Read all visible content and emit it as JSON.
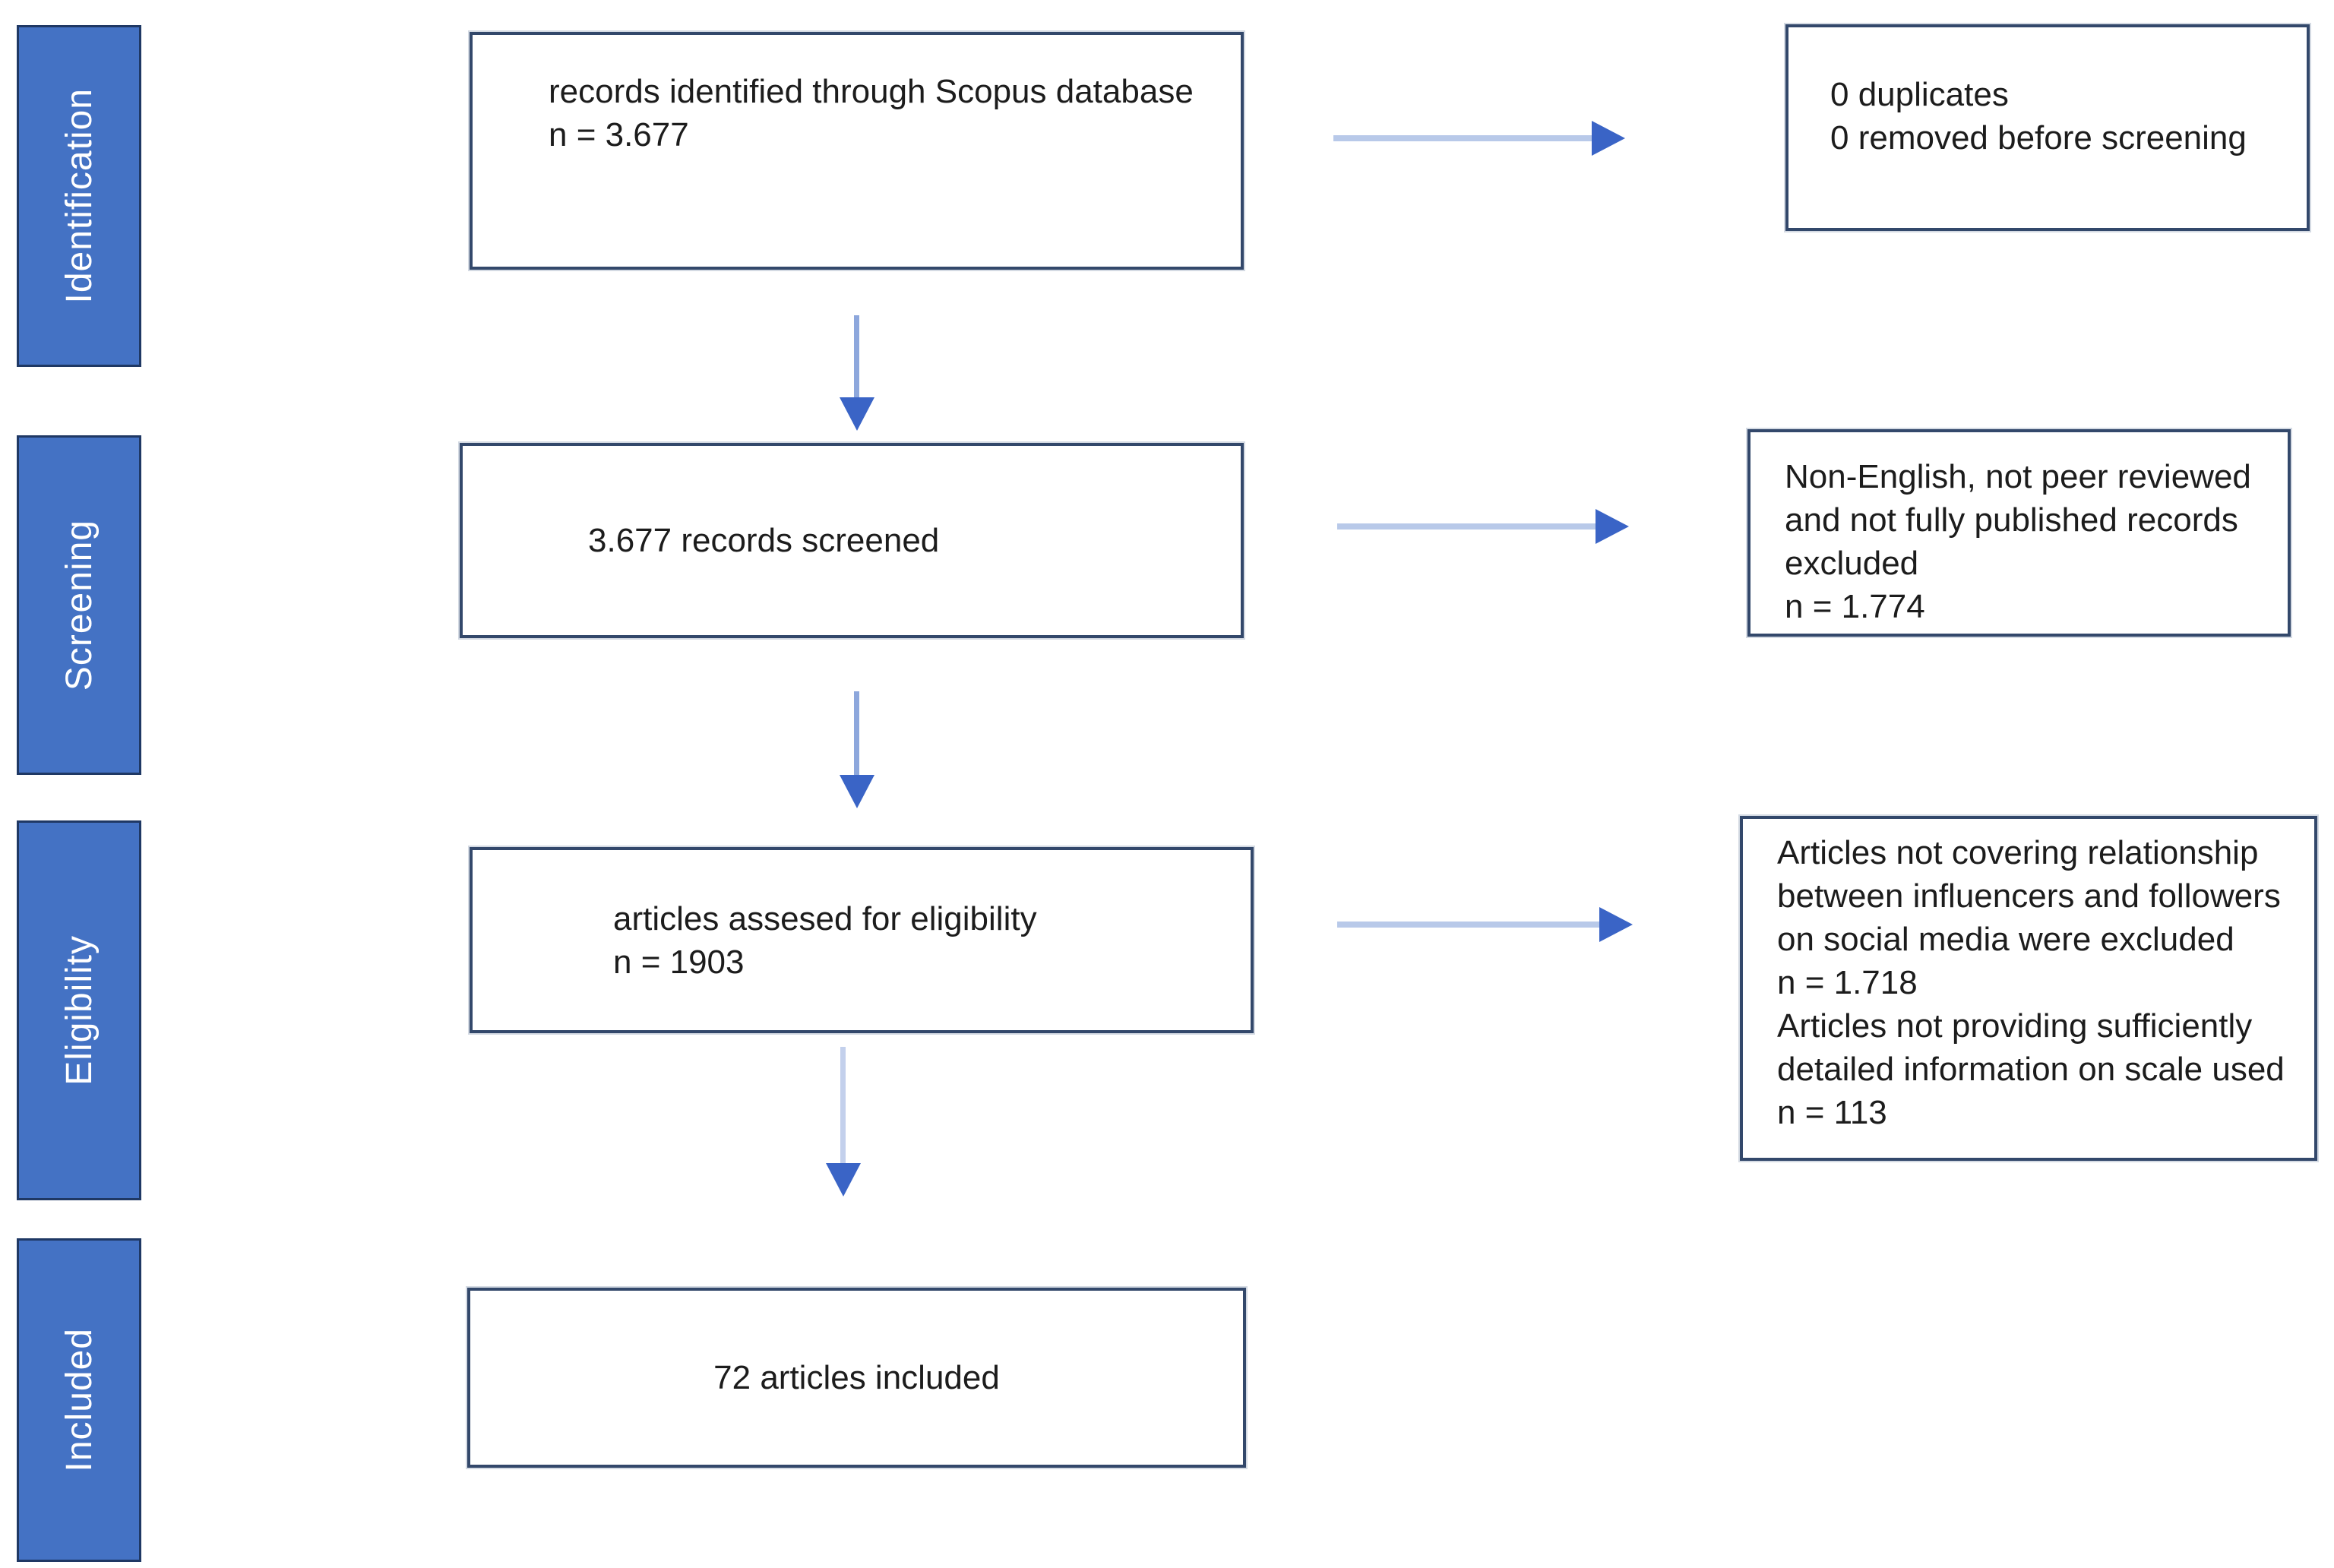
{
  "diagram": {
    "type": "prisma-flowchart",
    "stages": [
      {
        "label": "Identification"
      },
      {
        "label": "Screening"
      },
      {
        "label": "Eligibility"
      },
      {
        "label": "Included"
      }
    ],
    "main_boxes": {
      "identified": {
        "lines": [
          "records identified through Scopus database",
          "n = 3.677"
        ]
      },
      "screened": {
        "lines": [
          "3.677 records screened"
        ]
      },
      "eligibility": {
        "lines": [
          "articles assesed for eligibility",
          "n = 1903"
        ]
      },
      "included": {
        "lines": [
          "72 articles included"
        ]
      }
    },
    "side_boxes": {
      "duplicates": {
        "lines": [
          "0 duplicates",
          "0 removed before screening"
        ]
      },
      "screening_excluded": {
        "lines": [
          "Non-English, not peer reviewed",
          "and not fully published records",
          "excluded",
          "n = 1.774"
        ]
      },
      "eligibility_excluded": {
        "lines": [
          "Articles not covering relationship",
          "between influencers and followers",
          "on social media were excluded",
          "n = 1.718",
          "Articles not providing sufficiently",
          "detailed information on scale used",
          "n = 113"
        ]
      }
    },
    "palette": {
      "stage_fill": "#4472C4",
      "stage_border": "#1F3864",
      "stage_text": "#FFFFFF",
      "box_border": "#33486B",
      "arrow_shaft": "#8DA7DC",
      "arrow_shaft_pale": "#C3D0EC",
      "arrow_head": "#3A64C6",
      "text": "#1C1C1C"
    }
  }
}
